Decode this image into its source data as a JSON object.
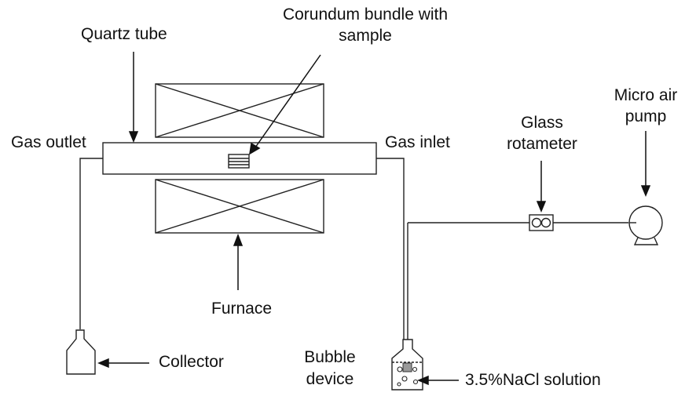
{
  "labels": {
    "corundum_line1": "Corundum bundle with",
    "corundum_line2": "sample",
    "quartz_tube": "Quartz tube",
    "gas_outlet": "Gas outlet",
    "gas_inlet": "Gas inlet",
    "rotameter_line1": "Glass",
    "rotameter_line2": "rotameter",
    "pump_line1": "Micro air",
    "pump_line2": "pump",
    "furnace": "Furnace",
    "collector": "Collector",
    "bubble_line1": "Bubble",
    "bubble_line2": "device",
    "solution": "3.5%NaCl solution"
  }
}
